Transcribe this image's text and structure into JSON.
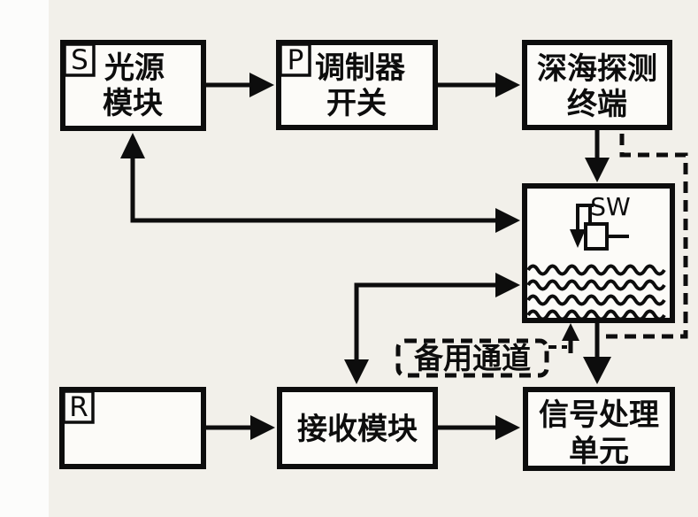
{
  "diagram": {
    "background_color": "#f2f0ea",
    "ink_color": "#0d0d0d",
    "nodes": {
      "light_source": {
        "tag": "S",
        "line1": "光源",
        "line2": "模块"
      },
      "modulator_switch": {
        "tag": "P",
        "line1": "调制器",
        "line2": "开关"
      },
      "deep_sea_terminal": {
        "line1": "深海探测",
        "line2": "终端"
      },
      "sea_channel": {
        "sw_label": "SW"
      },
      "receiver": {
        "tag": "R"
      },
      "receive_module": {
        "label": "接收模块"
      },
      "signal_processing": {
        "line1": "信号处理",
        "line2": "单元"
      },
      "backup_channel": {
        "label": "备用通道"
      }
    }
  }
}
